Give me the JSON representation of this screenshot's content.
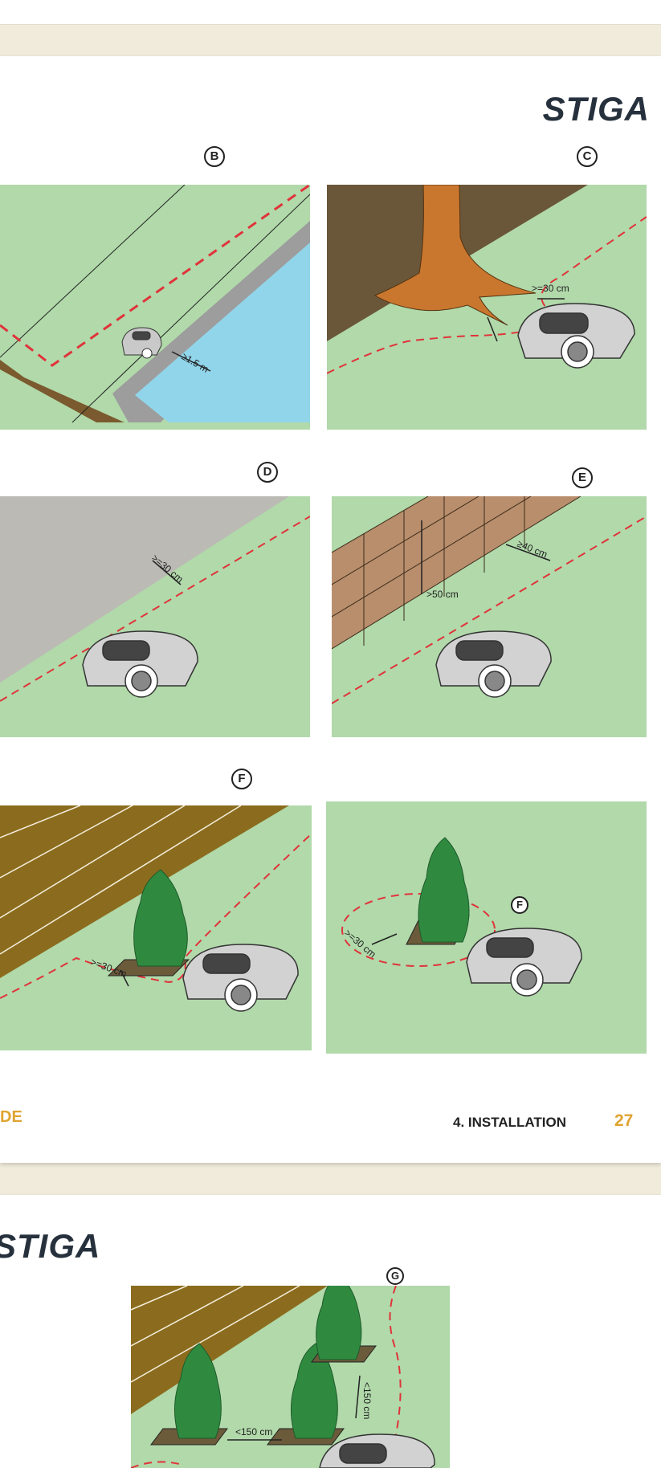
{
  "brand": "STIGA",
  "callouts": {
    "b": "B",
    "c": "C",
    "d": "D",
    "e": "E",
    "f1": "F",
    "f2": "F",
    "g": "G"
  },
  "measurements": {
    "pool": "≥1.5 m",
    "tree": ">=30 cm",
    "gravel": ">=30 cm",
    "wall_horizontal": "≥40 cm",
    "wall_height": ">50 cm",
    "deck": ">=30 cm",
    "bush": ">=30 cm",
    "shrub_gap": "<150 cm",
    "shrub_vertical": "<150 cm"
  },
  "footer": {
    "left_fragment": "DE",
    "section": "4. INSTALLATION",
    "page_number": "27"
  },
  "colors": {
    "grass": "#b1d9aa",
    "boundary_wire": "#e0333a",
    "accent": "#e0a431",
    "logo": "#26313d"
  }
}
